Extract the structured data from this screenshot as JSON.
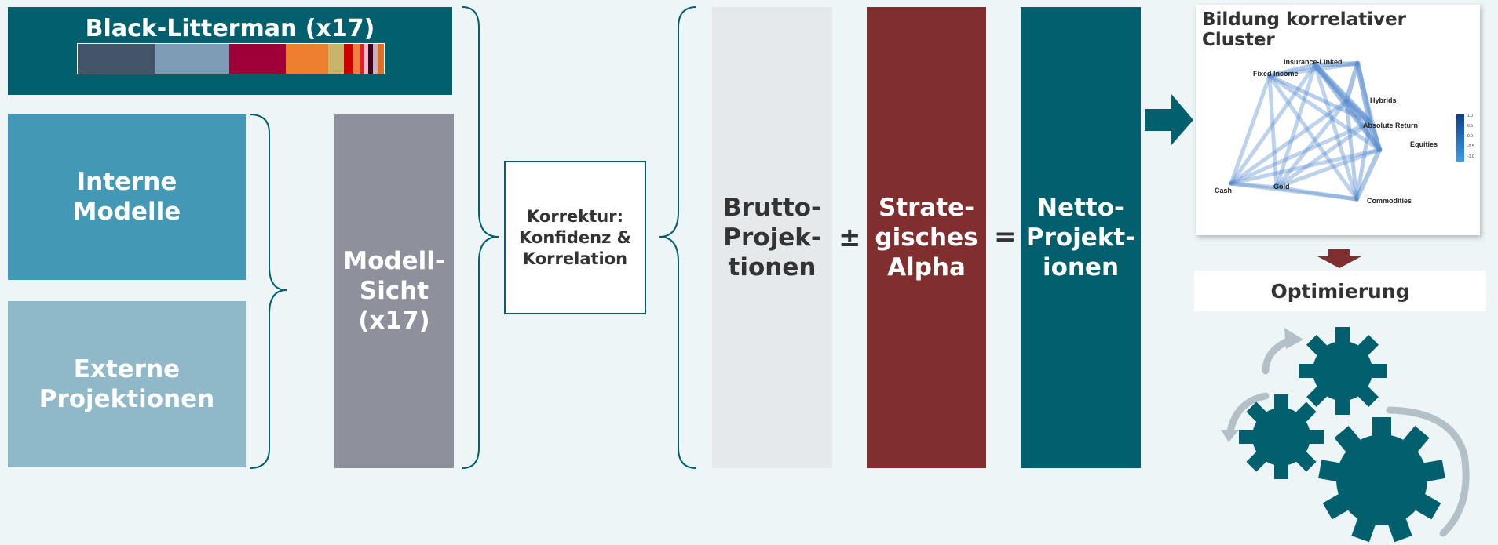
{
  "black_litterman": {
    "title": "Black-Litterman (x17)",
    "strip_colors": [
      "#44546a",
      "#7f9cb7",
      "#a00038",
      "#a00038",
      "#ee7f31",
      "#ee7f31",
      "#c9b46a",
      "#cc0000",
      "#f08040",
      "#e02020",
      "#f5b8c8",
      "#400020",
      "#c8b0c0",
      "#e07020"
    ]
  },
  "boxes": {
    "interne": "Interne\nModelle",
    "externe": "Externe\nProjektionen",
    "modell": "Modell-\nSicht\n(x17)",
    "korrektur": "Korrektur:\nKonfidenz &\nKorrelation",
    "brutto": "Brutto-\nProjek-\ntionen",
    "alpha": "Strate-\ngisches\nAlpha",
    "netto": "Netto-\nProjekt-\nionen"
  },
  "operators": {
    "plusminus": "±",
    "equals": "="
  },
  "cluster": {
    "title": "Bildung korrelativer Cluster",
    "nodes": [
      "Insurance-Linked",
      "Fixed Income",
      "Hybrids",
      "Absolute Return",
      "Equities",
      "Cash",
      "Gold",
      "Commodities"
    ],
    "legend_ticks": [
      "1.0",
      "0.5",
      "0.0",
      "-0.5",
      "-1.0"
    ]
  },
  "optimierung": "Optimierung",
  "colors": {
    "teal": "#02606e",
    "red": "#812e2e",
    "gear": "#02606e",
    "arrow_grey": "#b3c0c7"
  }
}
